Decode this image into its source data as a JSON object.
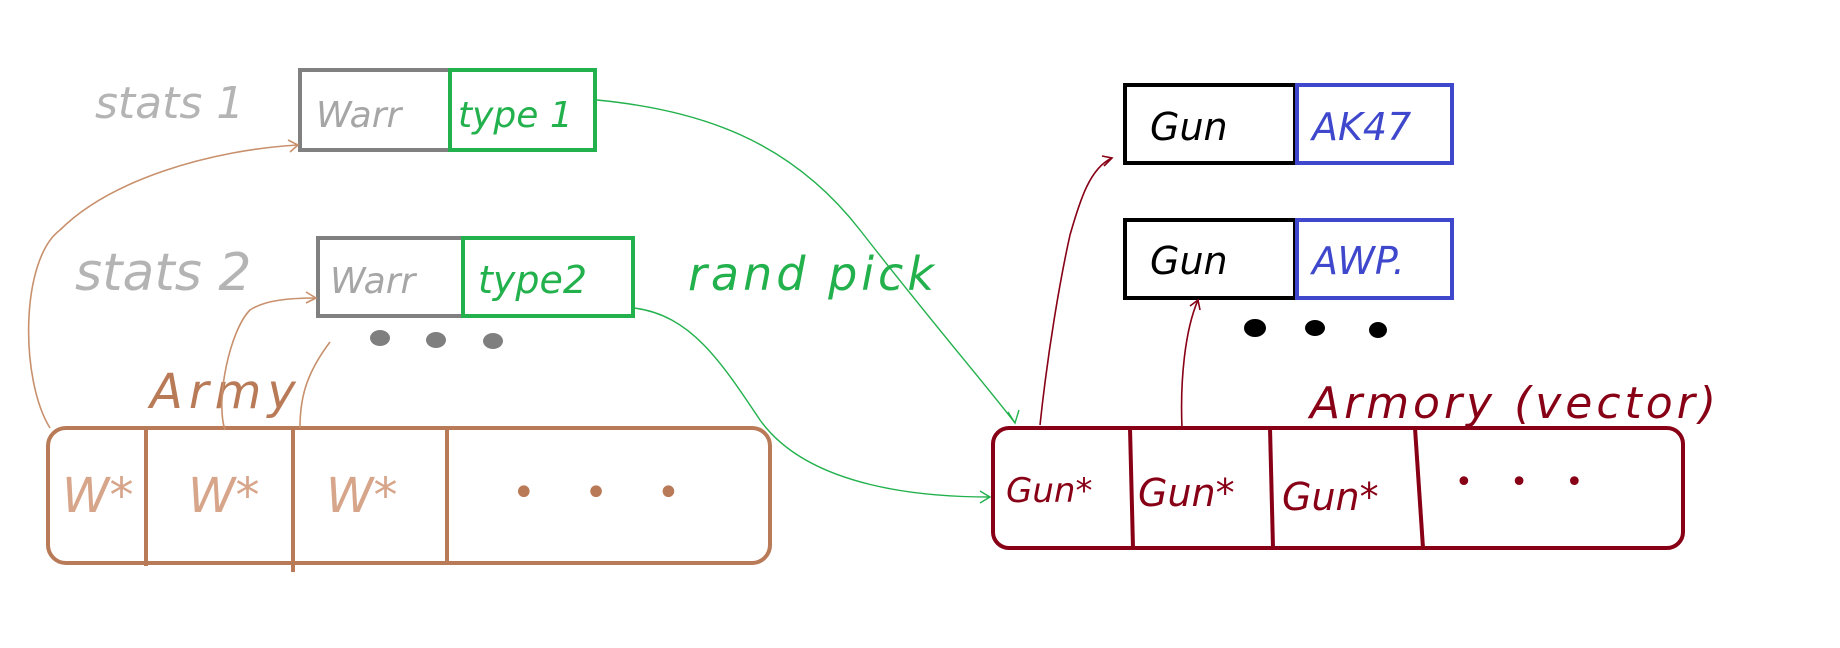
{
  "colors": {
    "warrior_gray": "#808080",
    "type_green": "#22b14c",
    "army_brown": "#b97a57",
    "armory_red": "#880015",
    "gun_black": "#000000",
    "gun_blue": "#3f48cc",
    "link_green": "#22b14c"
  },
  "stats": [
    {
      "label": "stats 1",
      "left": "Warr",
      "right": "type 1"
    },
    {
      "label": "stats 2",
      "left": "Warr",
      "right": "type2"
    }
  ],
  "guns": [
    {
      "left": "Gun",
      "right": "AK47"
    },
    {
      "left": "Gun",
      "right": "AWP."
    }
  ],
  "army": {
    "label": "Army",
    "cells": [
      "W*",
      "W*",
      "W*",
      "• • •"
    ]
  },
  "armory": {
    "label": "Armory (vector)",
    "cells": [
      "Gun*",
      "Gun*",
      "Gun*",
      "• • •"
    ]
  },
  "link_label": "rand pick"
}
